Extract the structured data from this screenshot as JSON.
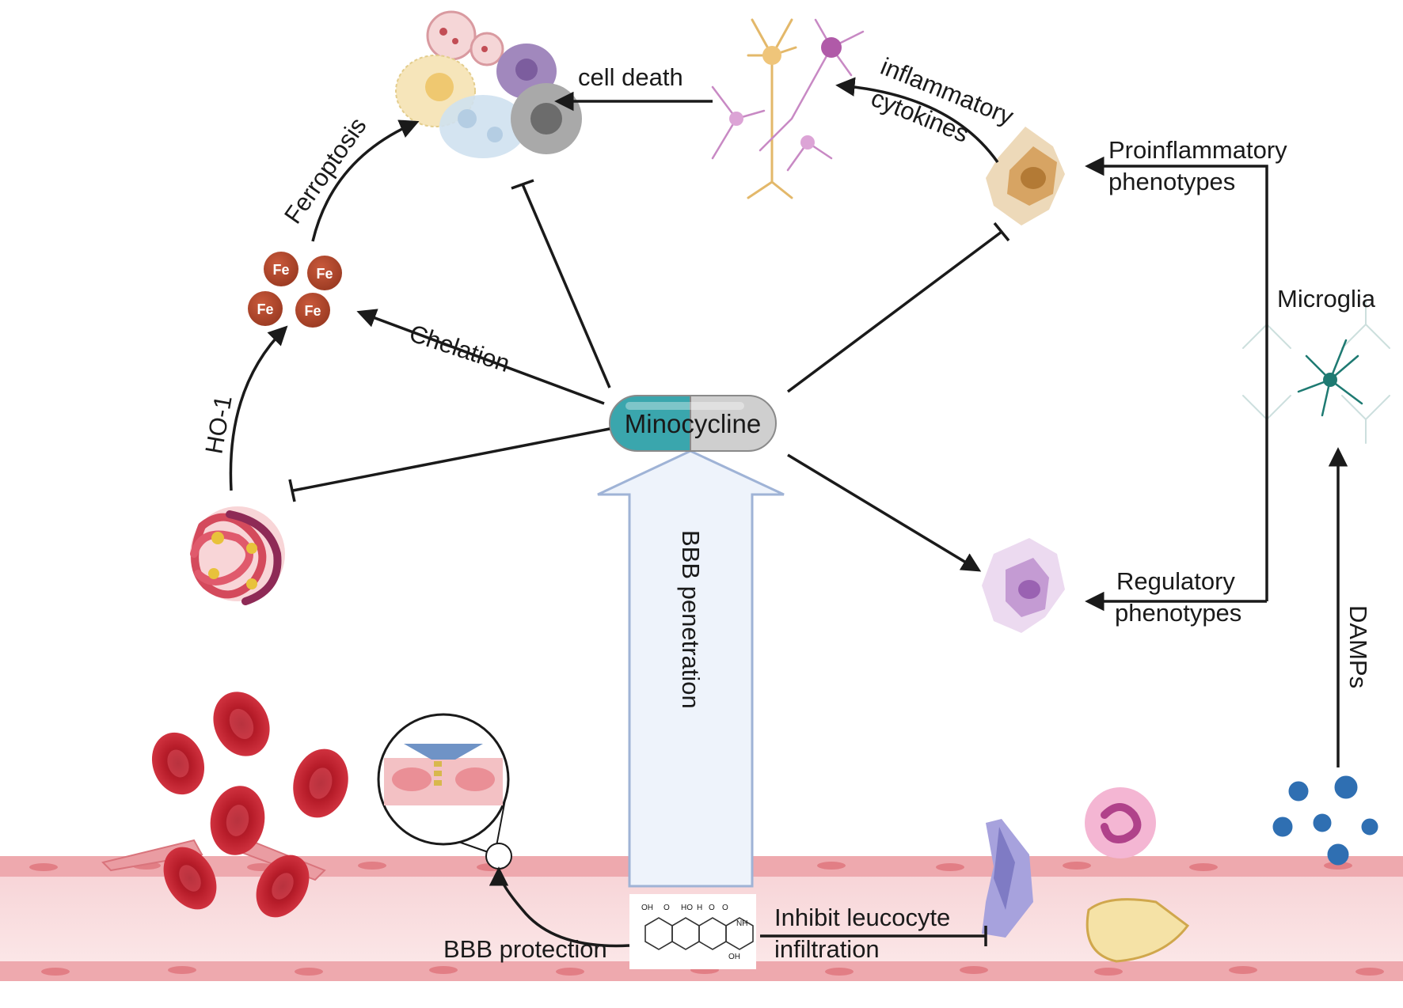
{
  "center": {
    "drug": "Minocycline"
  },
  "labels": {
    "cell_death": "cell death",
    "inflammatory": "inflammatory",
    "cytokines": "cytokines",
    "proinflammatory_line1": "Proinflammatory",
    "proinflammatory_line2": "phenotypes",
    "microglia": "Microglia",
    "regulatory_line1": "Regulatory",
    "regulatory_line2": "phenotypes",
    "damps": "DAMPs",
    "ferroptosis": "Ferroptosis",
    "chelation": "Chelation",
    "ho1": "HO-1",
    "bbb_penetration": "BBB penetration",
    "bbb_protection": "BBB protection",
    "inhibit_line1": "Inhibit leucocyte",
    "inhibit_line2": "infiltration"
  },
  "iron": {
    "symbol": "Fe"
  },
  "colors": {
    "pill_left": "#3aa6ad",
    "pill_right": "#cfcfcf",
    "vessel": "#f5c9cc",
    "vessel_cell": "#e8868b",
    "rbc": "#c0232f",
    "iron": "#b5452a",
    "bbb_arrow_fill": "#eef3fb",
    "bbb_arrow_stroke": "#9fb3d6"
  }
}
